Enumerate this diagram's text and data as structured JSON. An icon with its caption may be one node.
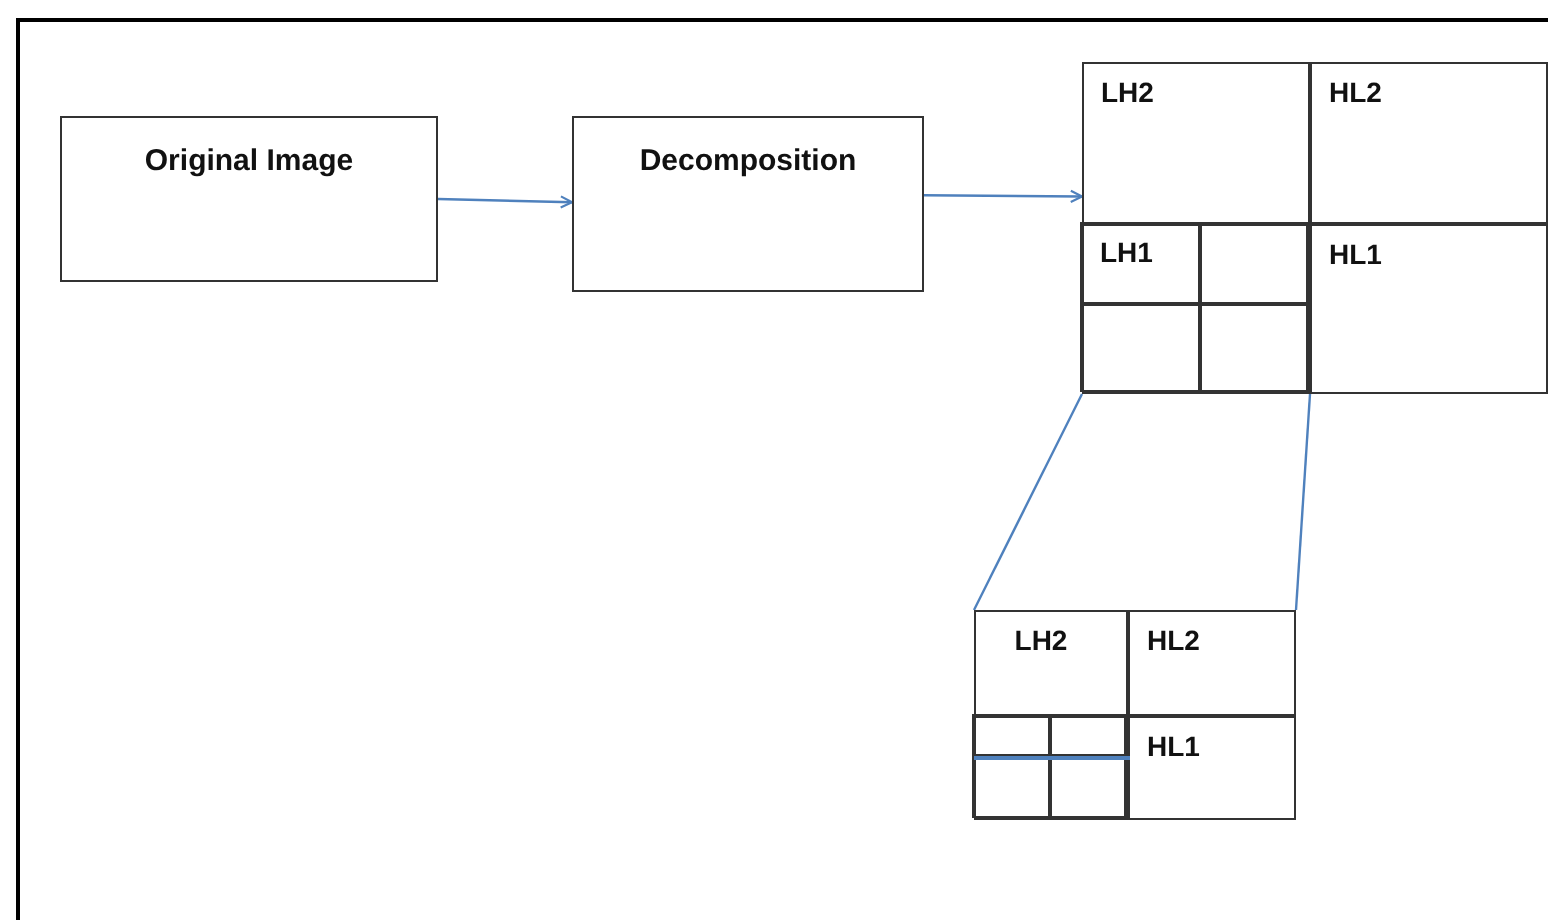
{
  "diagram": {
    "nodes": [
      {
        "text": [
          "Original Image"
        ]
      },
      {
        "text": [
          "Decomposition"
        ]
      },
      {
        "text": [],
        "shape": "box"
      },
      {
        "text": [
          "LH2"
        ],
        "in": 2
      },
      {
        "text": [
          "HL2"
        ],
        "in": 2
      },
      {
        "text": [],
        "shape": "box",
        "in": 2
      },
      {
        "text": [
          "LH1"
        ],
        "in": 5
      },
      {
        "text": [],
        "shape": "box",
        "in": 5
      },
      {
        "text": [],
        "shape": "box",
        "in": 5
      },
      {
        "text": [],
        "shape": "box",
        "in": 5
      },
      {
        "text": [
          "HL1"
        ],
        "in": 2
      },
      {
        "text": [],
        "shape": "box"
      },
      {
        "text": [
          "LH2"
        ],
        "in": 11
      },
      {
        "text": [
          "HL2"
        ],
        "in": 11
      },
      {
        "text": [],
        "shape": "box",
        "in": 11
      },
      {
        "text": [],
        "shape": "box",
        "in": 14
      },
      {
        "text": [],
        "shape": "box",
        "in": 14
      },
      {
        "text": [],
        "shape": "box",
        "in": 14
      },
      {
        "text": [],
        "shape": "box",
        "in": 14
      },
      {
        "text": [
          "HL1"
        ],
        "in": 11
      }
    ],
    "edges": [
      {
        "from": 0,
        "to": 1,
        "arrow": "to"
      },
      {
        "from": 1,
        "to": 2,
        "arrow": "to"
      },
      {
        "from": 5,
        "to": 11,
        "arrow": "none"
      },
      {
        "from": 5,
        "to": 11,
        "arrow": "none"
      }
    ]
  }
}
